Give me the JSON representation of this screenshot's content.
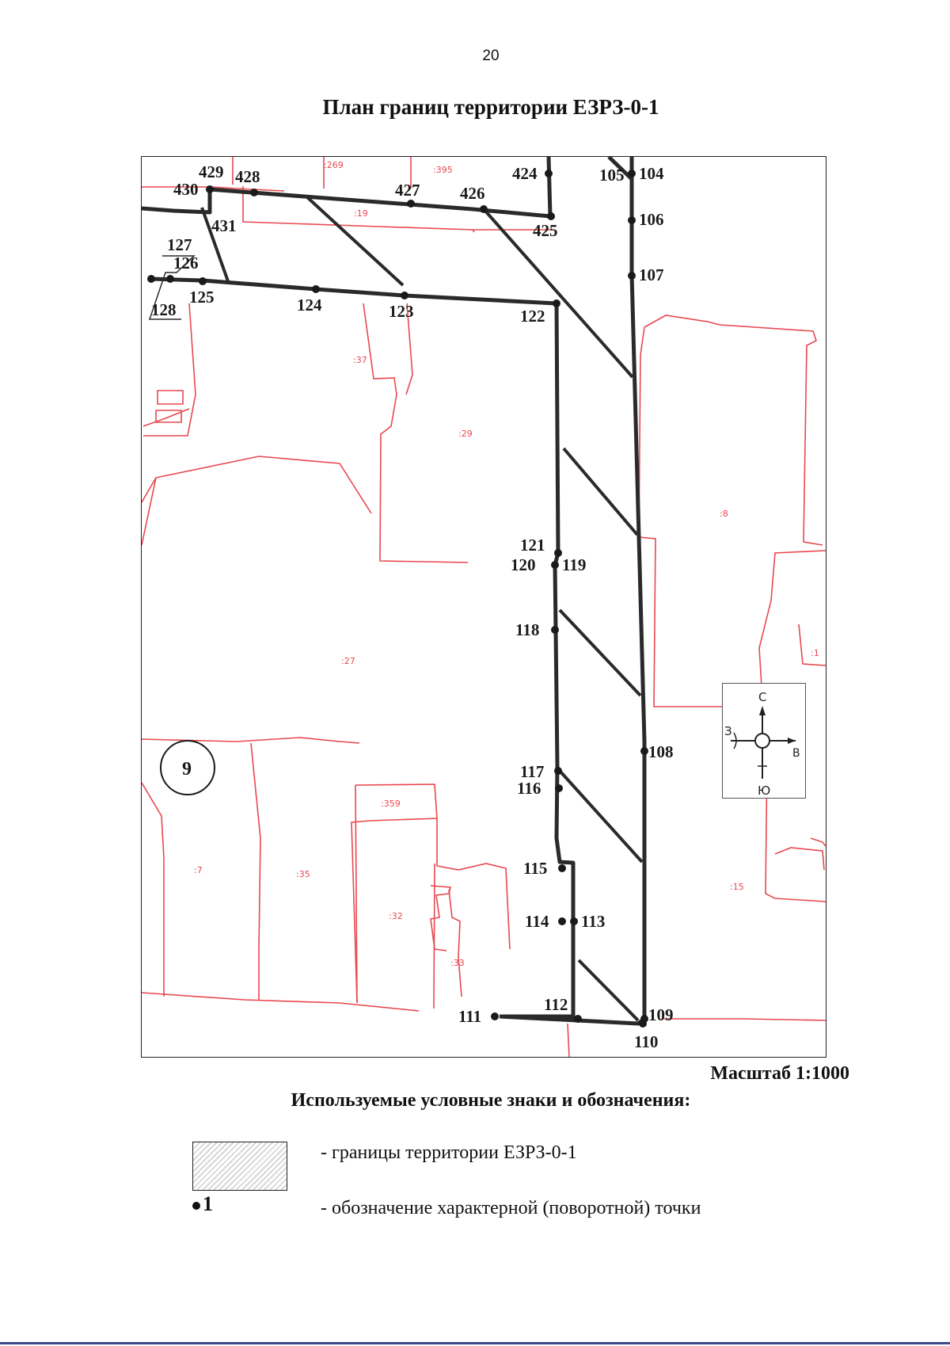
{
  "page_number": "20",
  "title": "План границ территории ЕЗРЗ-0-1",
  "scale": "Масштаб 1:1000",
  "legend": {
    "title": "Используемые условные знаки и обозначения:",
    "boundary_label": "- границы территории ЕЗРЗ-0-1",
    "point_symbol": "1",
    "point_label": "- обозначение характерной (поворотной) точки"
  },
  "parcels": [
    ":269",
    ":395",
    ":19",
    ":37",
    ":29",
    ":8",
    ":27",
    ":1",
    ":359",
    ":7",
    ":35",
    ":32",
    ":33",
    ":15"
  ],
  "points": [
    "429",
    "430",
    "428",
    "427",
    "426",
    "424",
    "425",
    "105",
    "104",
    "106",
    "107",
    "431",
    "127",
    "126",
    "128",
    "125",
    "124",
    "123",
    "122",
    "121",
    "120",
    "119",
    "118",
    "117",
    "116",
    "115",
    "114",
    "113",
    "112",
    "111",
    "110",
    "109",
    "108"
  ],
  "zone_number": "9",
  "compass": {
    "north": "С",
    "south": "Ю",
    "west": "З",
    "east": "В"
  },
  "colors": {
    "parcel_lines": "#e8484f",
    "boundary": "#2a2a2a"
  }
}
